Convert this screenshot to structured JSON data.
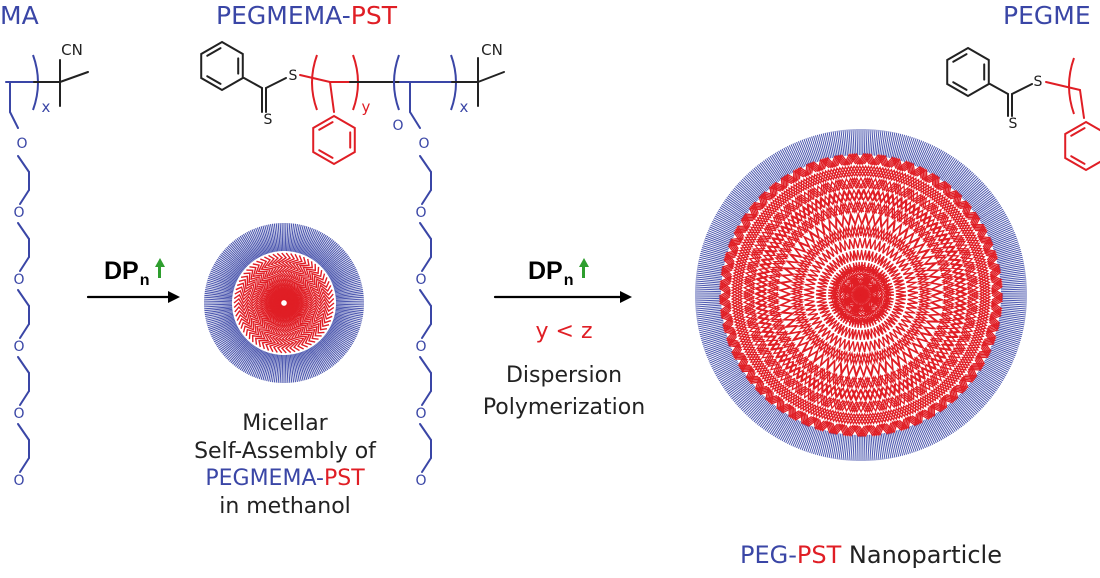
{
  "labels": {
    "left_partial": "MA",
    "top_middle": {
      "part1": "PEGMEMA",
      "dash": "-",
      "part2": "PST"
    },
    "top_right_partial": "PEGME",
    "step1": {
      "dp": "DP",
      "sub": "n"
    },
    "step2": {
      "dp": "DP",
      "sub": "n",
      "condition": "y < z",
      "line1": "Dispersion",
      "line2": "Polymerization"
    },
    "micelle_caption": {
      "line1": "Micellar",
      "line2": "Self-Assembly of",
      "polymer_a": "PEGMEMA",
      "dash": "-",
      "polymer_b": "PST",
      "line4": "in methanol"
    },
    "nanoparticle_caption": {
      "part1": "PEG",
      "dash": "-",
      "part2": "PST",
      "part3": " Nanoparticle"
    },
    "chem": {
      "cn": "CN",
      "x": "x",
      "y": "y",
      "s": "S",
      "o": "O"
    }
  },
  "colors": {
    "blue": "#3a46a6",
    "red": "#e01e25",
    "green": "#2e9e2e",
    "black": "#222222"
  }
}
